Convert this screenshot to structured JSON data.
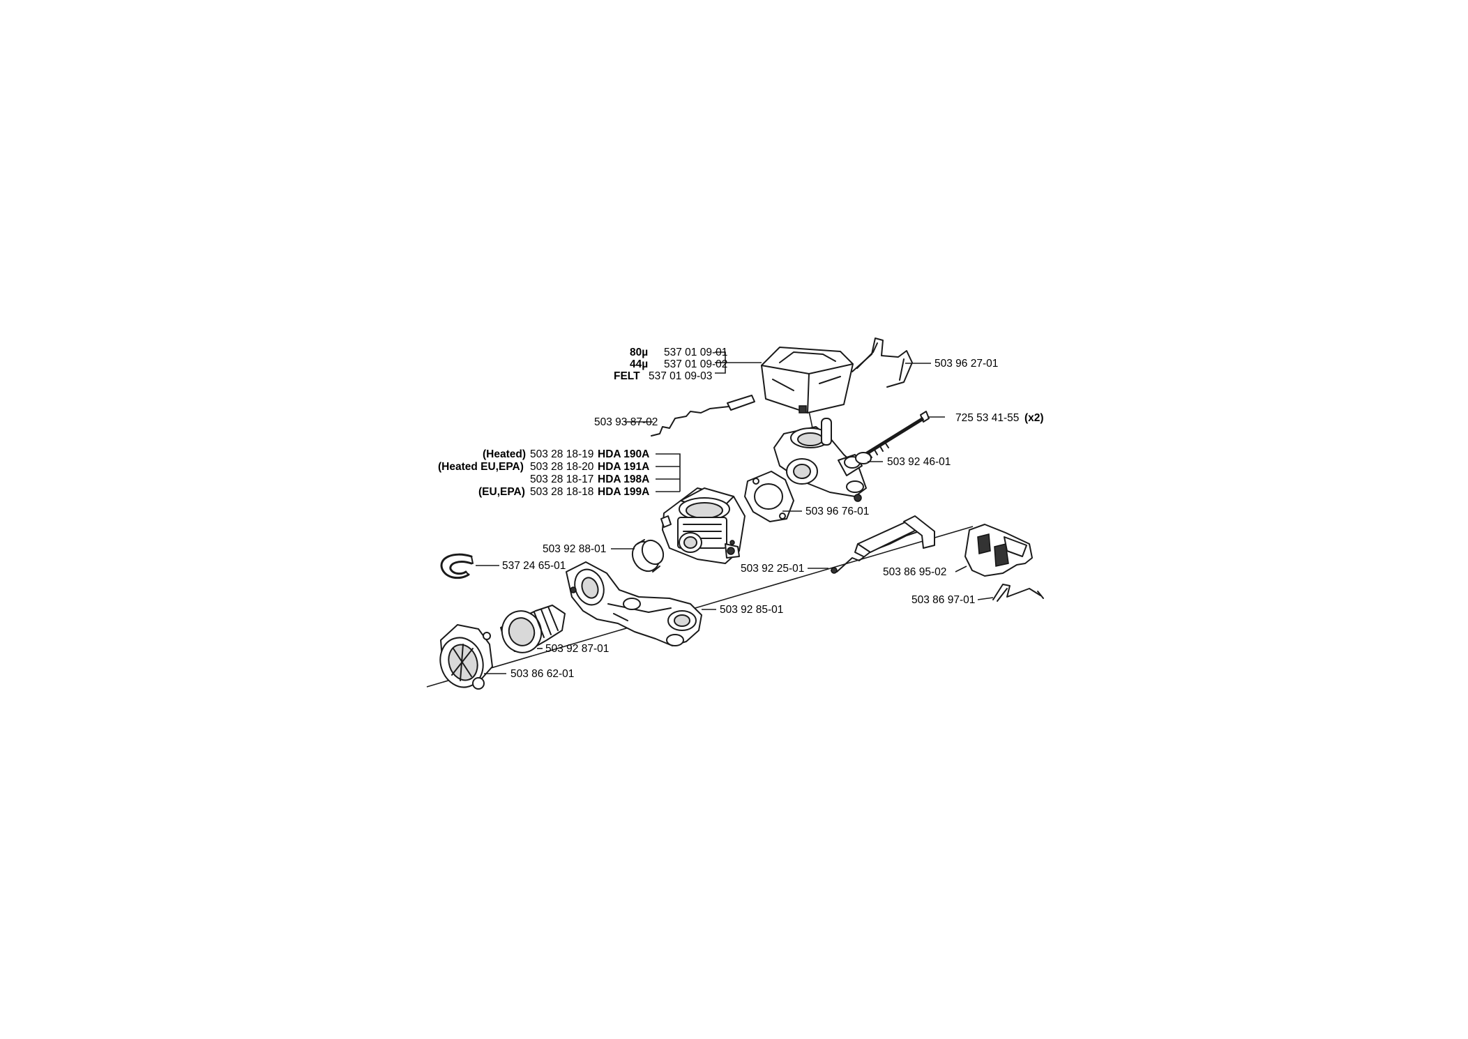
{
  "callouts": {
    "filter_80": {
      "grade": "80µ",
      "part": "537 01 09-01"
    },
    "filter_44": {
      "grade": "44µ",
      "part": "537 01 09-02"
    },
    "filter_felt": {
      "grade": "FELT",
      "part": "537 01 09-03"
    },
    "spring_clip": "503 96 27-01",
    "bolt": {
      "part": "725 53 41-55",
      "qty": "(x2)"
    },
    "wire_rod": "503 93 87-02",
    "spacer": "503 92 46-01",
    "carb_heated": {
      "variant": "(Heated)",
      "part": "503 28 18-19",
      "model": "HDA 190A"
    },
    "carb_heated_eu": {
      "variant": "(Heated EU,EPA)",
      "part": "503 28 18-20",
      "model": "HDA 191A"
    },
    "carb_std": {
      "part": "503 28 18-17",
      "model": "HDA 198A"
    },
    "carb_eu": {
      "variant": "(EU,EPA)",
      "part": "503 28 18-18",
      "model": "HDA 199A"
    },
    "gasket": "503 96 76-01",
    "ring_seal": "503 92 88-01",
    "throttle_rod": "503 92 25-01",
    "cover_piece": "503 86 95-02",
    "snap_ring": "537 24 65-01",
    "bracket_clip": "503 86 97-01",
    "intake_manifold": "503 92 85-01",
    "intake_hose": "503 92 87-01",
    "intake_flange": "503 86 62-01"
  }
}
